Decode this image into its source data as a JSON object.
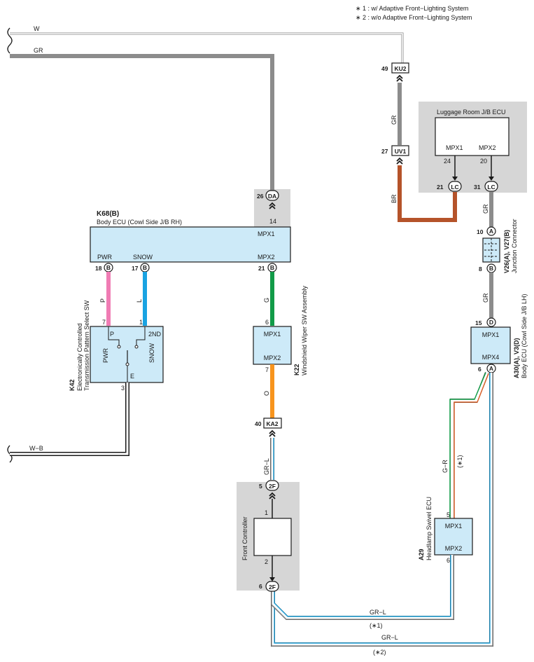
{
  "notes": {
    "n1": "∗ 1 : w/ Adaptive Front−Lighting System",
    "n2": "∗ 2 : w/o Adaptive Front−Lighting System"
  },
  "wires": {
    "w_top": "W",
    "gr_top": "GR",
    "gr_ku2": "GR",
    "br": "BR",
    "gr_lc": "GR",
    "gr_jc": "GR",
    "p": "P",
    "l": "L",
    "g": "G",
    "o": "O",
    "wb": "W−B",
    "grl_ka2": "GR−L",
    "gr_r": "G−R",
    "gr_r_note": "(∗1)",
    "grl_b1": "GR−L",
    "grl_b1_note": "(∗1)",
    "grl_b2": "GR−L",
    "grl_b2_note": "(∗2)"
  },
  "connectors": {
    "ku2": {
      "pin": "49",
      "code": "KU2"
    },
    "uv1": {
      "pin": "27",
      "code": "UV1"
    },
    "da": {
      "pin": "26",
      "code": "DA"
    },
    "lc1": {
      "pin": "21",
      "code": "LC"
    },
    "lc2": {
      "pin": "31",
      "code": "LC"
    },
    "ka2": {
      "pin": "40",
      "code": "KA2"
    },
    "f2a": {
      "pin": "5",
      "code": "2F"
    },
    "f2b": {
      "pin": "6",
      "code": "2F"
    },
    "jcA": {
      "pin": "10",
      "code": "A"
    },
    "jcB": {
      "pin": "8",
      "code": "B"
    },
    "a30D": {
      "pin": "15",
      "code": "D"
    },
    "a30A": {
      "pin": "6",
      "code": "A"
    }
  },
  "components": {
    "luggage": {
      "title": "Luggage Room J/B ECU",
      "mpx1": "MPX1",
      "mpx2": "MPX2",
      "pin1": "24",
      "pin2": "20"
    },
    "k68": {
      "code": "K68(B)",
      "name": "Body ECU (Cowl Side J/B RH)",
      "mpx1": "MPX1",
      "mpx2": "MPX2",
      "pwr": "PWR",
      "snow": "SNOW",
      "pin_top": "14",
      "pin_pwr": "18",
      "pin_snow": "17",
      "pin_mpx2": "21",
      "plug": "B"
    },
    "k42": {
      "code": "K42",
      "name1": "Electronically Controlled",
      "name2": "Transmission Pattern Select SW",
      "p": "P",
      "nd2": "2ND",
      "pwr": "PWR",
      "snow": "SNOW",
      "e": "E",
      "pin7": "7",
      "pin1": "1",
      "pin3": "3"
    },
    "k22": {
      "code": "K22",
      "name": "Windshield Wiper SW Assembly",
      "mpx1": "MPX1",
      "mpx2": "MPX2",
      "pin6": "6",
      "pin7": "7"
    },
    "front": {
      "name": "Front Controller",
      "pin1": "1",
      "pin2": "2"
    },
    "jc": {
      "code": "V26(A), V27(B)",
      "name": "Junction Connector"
    },
    "a30": {
      "code": "A30(A), V3(D)",
      "name": "Body ECU (Cowl Side J/B LH)",
      "mpx1": "MPX1",
      "mpx4": "MPX4"
    },
    "a29": {
      "code": "A29",
      "name": "Headlamp Swivel ECU",
      "mpx1": "MPX1",
      "mpx2": "MPX2",
      "pin5": "5",
      "pin6": "6"
    }
  }
}
